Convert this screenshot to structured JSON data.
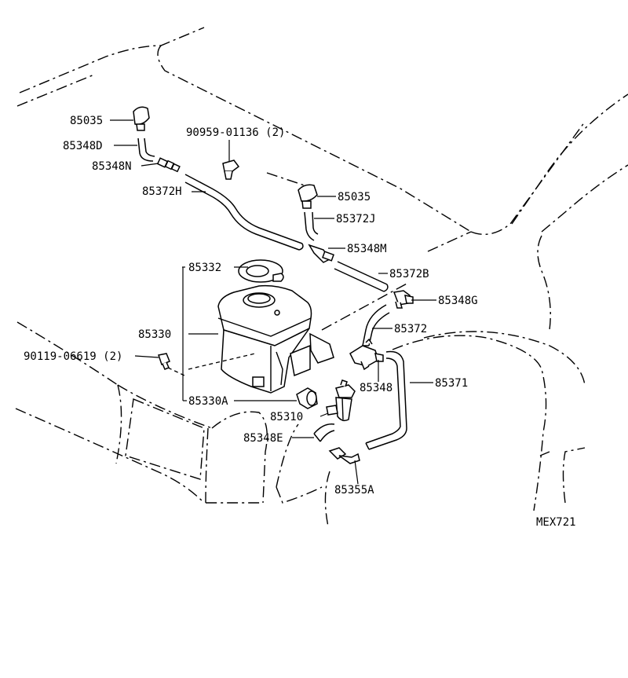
{
  "diagram_code": "MEX721",
  "callouts": [
    {
      "id": "c1",
      "text": "85035"
    },
    {
      "id": "c2",
      "text": "85348D"
    },
    {
      "id": "c3",
      "text": "85348N"
    },
    {
      "id": "c4",
      "text": "85372H"
    },
    {
      "id": "c5",
      "text": "90959-01136 (2)"
    },
    {
      "id": "c6",
      "text": "85035"
    },
    {
      "id": "c7",
      "text": "85372J"
    },
    {
      "id": "c8",
      "text": "85348M"
    },
    {
      "id": "c9",
      "text": "85332"
    },
    {
      "id": "c10",
      "text": "85372B"
    },
    {
      "id": "c11",
      "text": "85348G"
    },
    {
      "id": "c12",
      "text": "85372"
    },
    {
      "id": "c13",
      "text": "85330"
    },
    {
      "id": "c14",
      "text": "90119-06619 (2)"
    },
    {
      "id": "c15",
      "text": "85348"
    },
    {
      "id": "c16",
      "text": "85371"
    },
    {
      "id": "c17",
      "text": "85330A"
    },
    {
      "id": "c18",
      "text": "85310"
    },
    {
      "id": "c19",
      "text": "85348E"
    },
    {
      "id": "c20",
      "text": "85355A"
    }
  ]
}
